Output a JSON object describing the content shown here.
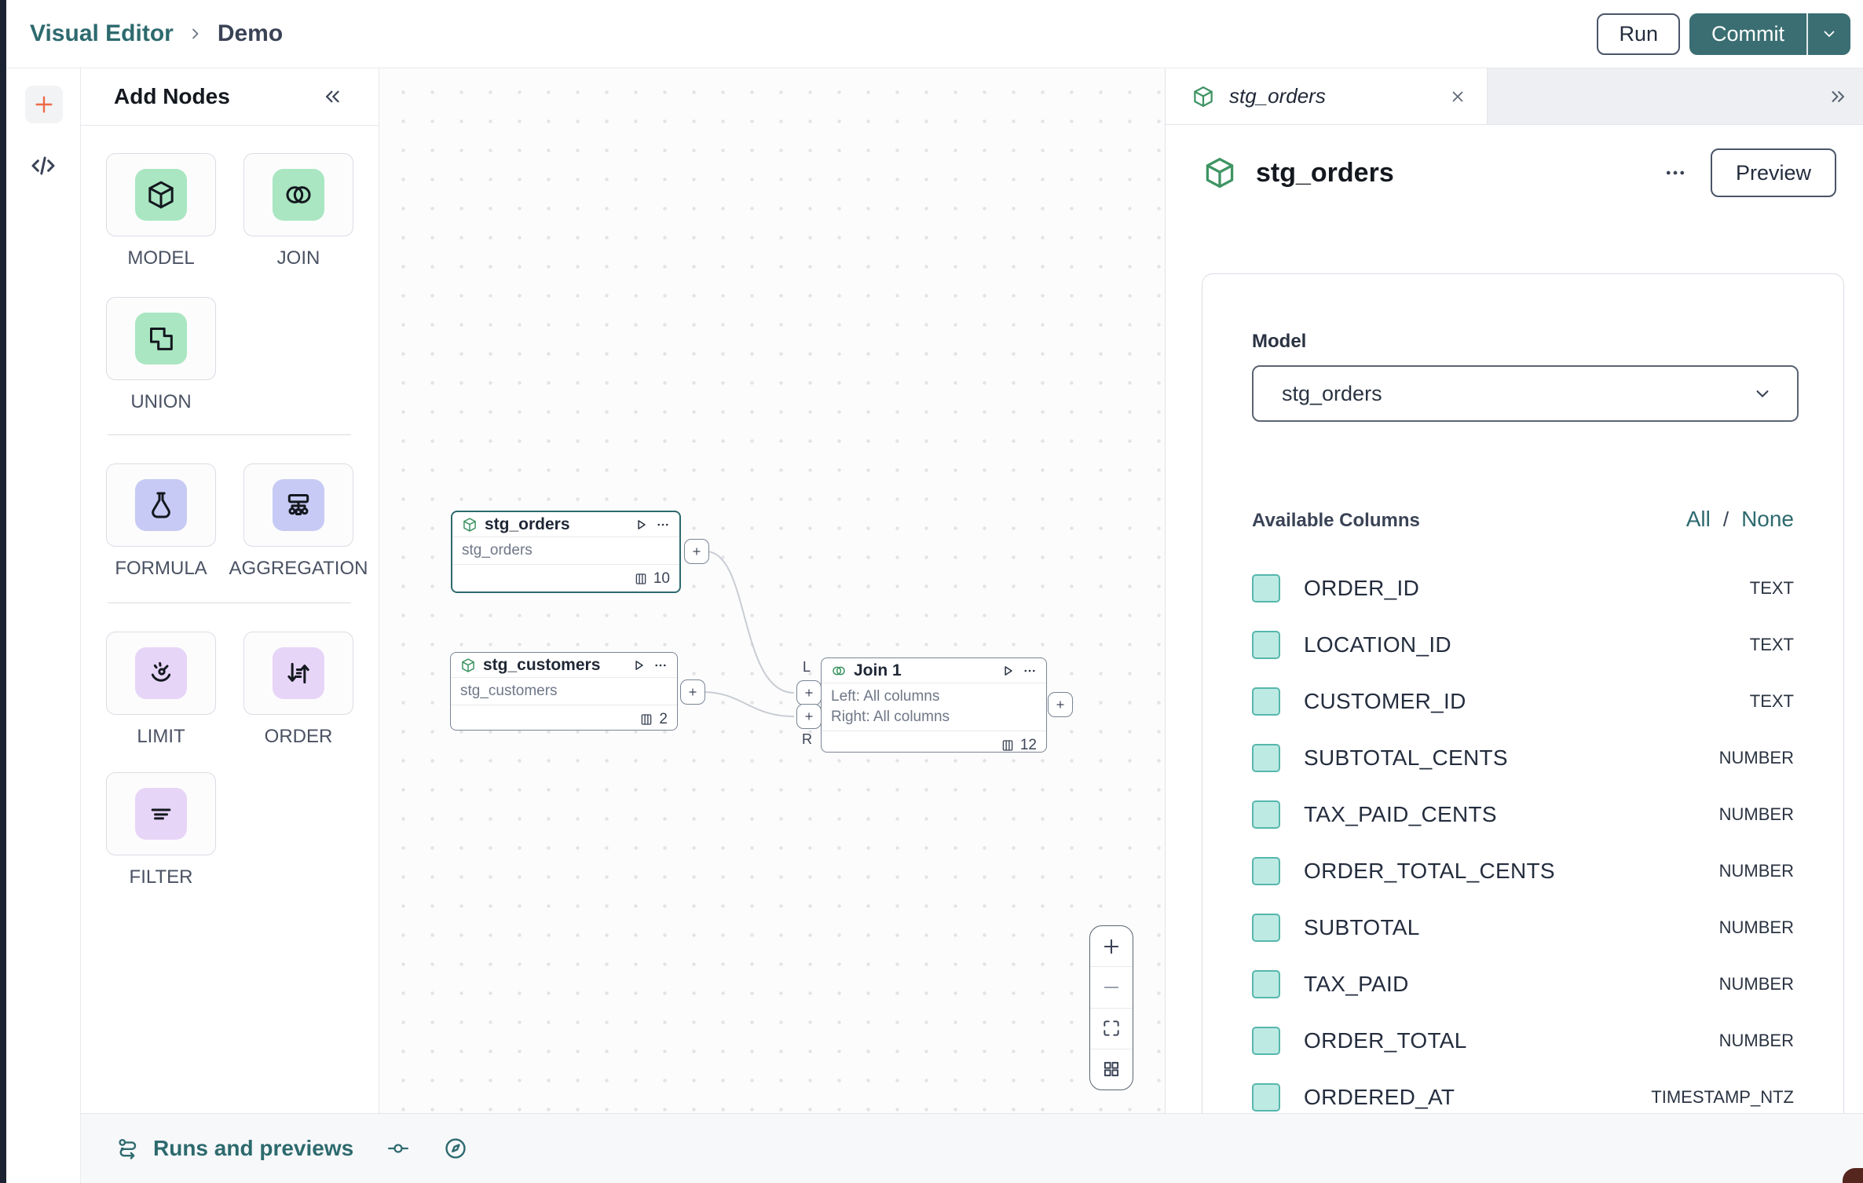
{
  "topbar": {
    "breadcrumb_home": "Visual Editor",
    "breadcrumb_current": "Demo",
    "run_label": "Run",
    "commit_label": "Commit"
  },
  "add_nodes": {
    "title": "Add Nodes",
    "items": [
      {
        "label": "MODEL"
      },
      {
        "label": "JOIN"
      },
      {
        "label": "UNION"
      },
      {
        "label": "FORMULA"
      },
      {
        "label": "AGGREGATION"
      },
      {
        "label": "LIMIT"
      },
      {
        "label": "ORDER"
      },
      {
        "label": "FILTER"
      }
    ]
  },
  "canvas": {
    "nodes": {
      "stg_orders": {
        "title": "stg_orders",
        "subtitle": "stg_orders",
        "column_count": "10"
      },
      "stg_customers": {
        "title": "stg_customers",
        "subtitle": "stg_customers",
        "column_count": "2"
      },
      "join": {
        "title": "Join 1",
        "left_line": "Left: All columns",
        "right_line": "Right: All columns",
        "column_count": "12",
        "left_port": "L",
        "right_port": "R"
      }
    }
  },
  "right_panel": {
    "tab_title": "stg_orders",
    "header": {
      "title": "stg_orders",
      "preview_label": "Preview"
    },
    "model": {
      "label": "Model",
      "value": "stg_orders"
    },
    "columns": {
      "title": "Available Columns",
      "all_label": "All",
      "separator": "/",
      "none_label": "None",
      "rows": [
        {
          "name": "ORDER_ID",
          "type": "TEXT"
        },
        {
          "name": "LOCATION_ID",
          "type": "TEXT"
        },
        {
          "name": "CUSTOMER_ID",
          "type": "TEXT"
        },
        {
          "name": "SUBTOTAL_CENTS",
          "type": "NUMBER"
        },
        {
          "name": "TAX_PAID_CENTS",
          "type": "NUMBER"
        },
        {
          "name": "ORDER_TOTAL_CENTS",
          "type": "NUMBER"
        },
        {
          "name": "SUBTOTAL",
          "type": "NUMBER"
        },
        {
          "name": "TAX_PAID",
          "type": "NUMBER"
        },
        {
          "name": "ORDER_TOTAL",
          "type": "NUMBER"
        },
        {
          "name": "ORDERED_AT",
          "type": "TIMESTAMP_NTZ"
        }
      ]
    }
  },
  "bottom_bar": {
    "runs_label": "Runs and previews"
  },
  "icons": {
    "plus-icon": "+",
    "code-icon": "</>",
    "collapse-left-icon": "«",
    "expand-right-icon": "»",
    "close-icon": "×",
    "chevron-down-icon": "⌄",
    "chevron-right-icon": "›",
    "play-icon": "▷",
    "ellipsis-icon": "•••",
    "columns-icon": "▥",
    "model-cube-icon": "cube",
    "join-icon": "two circles",
    "union-icon": "merged squares",
    "formula-icon": "flask",
    "aggregation-icon": "org chart",
    "limit-icon": "gauge",
    "order-icon": "sort arrows",
    "filter-icon": "lines",
    "zoom-in-icon": "+",
    "zoom-out-icon": "−",
    "fit-view-icon": "brackets",
    "grid-icon": "squares",
    "runs-icon": "flow path",
    "commit-node-icon": "-o-",
    "compass-icon": "compass"
  },
  "colors": {
    "accent_teal": "#2D6A6E",
    "commit_button": "#3A6E72",
    "orange_plus": "#ED6A45",
    "tile_green": "#A9E6C1",
    "tile_periwinkle": "#C6CAF4",
    "tile_purple": "#E7D5F7",
    "checkbox_fill": "#BEEAE4",
    "checkbox_border": "#56B7AC",
    "node_icon_green": "#3E9463",
    "selected_node_border": "#2D6A6E",
    "dark_rail": "#1B2232"
  }
}
